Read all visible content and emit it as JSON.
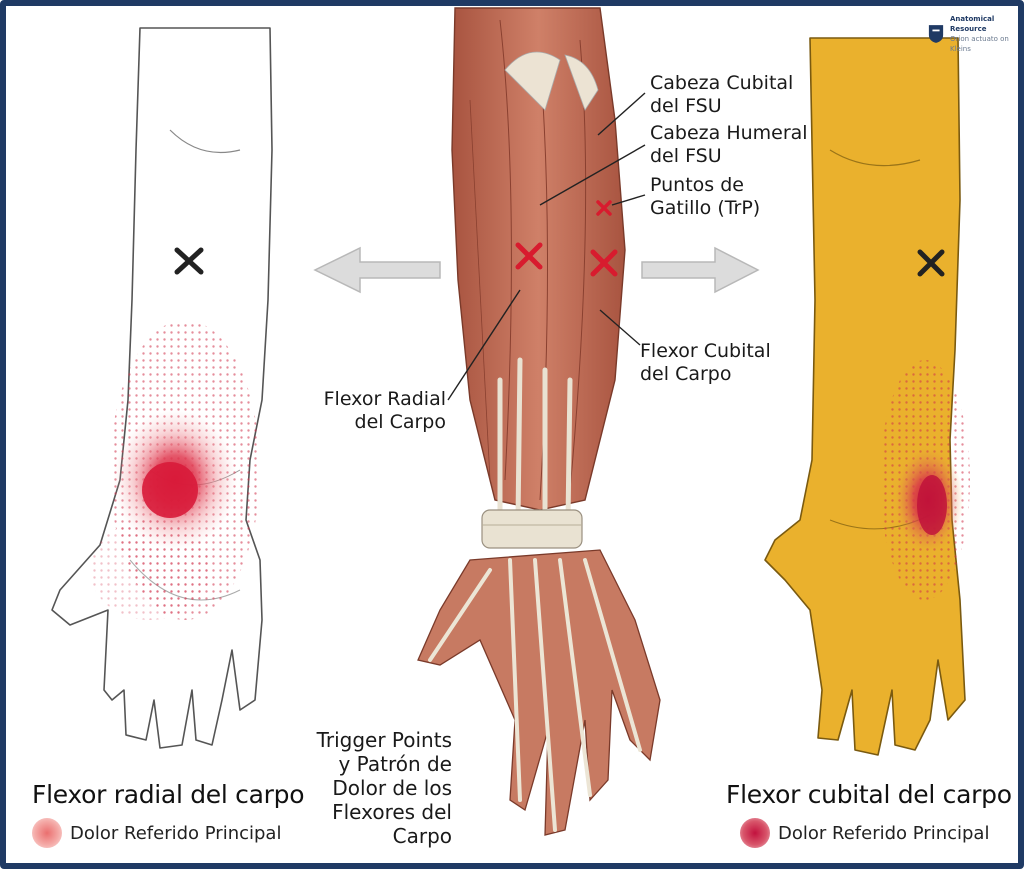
{
  "logo": {
    "line1": "Anatomical Resource",
    "line2": "Orion actuato on Kleins"
  },
  "center_labels": {
    "fsu_cubital": [
      "Cabeza Cubital",
      "del FSU"
    ],
    "fsu_humeral": [
      "Cabeza Humeral",
      "del FSU"
    ],
    "trp": [
      "Puntos de",
      "Gatillo (TrP)"
    ],
    "fcu": [
      "Flexor Cubital",
      "del Carpo"
    ],
    "fcr": [
      "Flexor Radial",
      "del Carpo"
    ],
    "caption": [
      "Trigger Points",
      "y Patrón de",
      "Dolor de los",
      "Flexores del",
      "Carpo"
    ]
  },
  "left_panel": {
    "title": "Flexor radial del carpo",
    "legend": "Dolor Referido Principal"
  },
  "right_panel": {
    "title": "Flexor cubital del carpo",
    "legend": "Dolor Referido Principal"
  },
  "colors": {
    "frame": "#1f3a64",
    "pain_red": "#d81b3a",
    "yellow_arm": "#eab12d",
    "muscle": "#c2705a",
    "tendon": "#e9e2d2"
  }
}
